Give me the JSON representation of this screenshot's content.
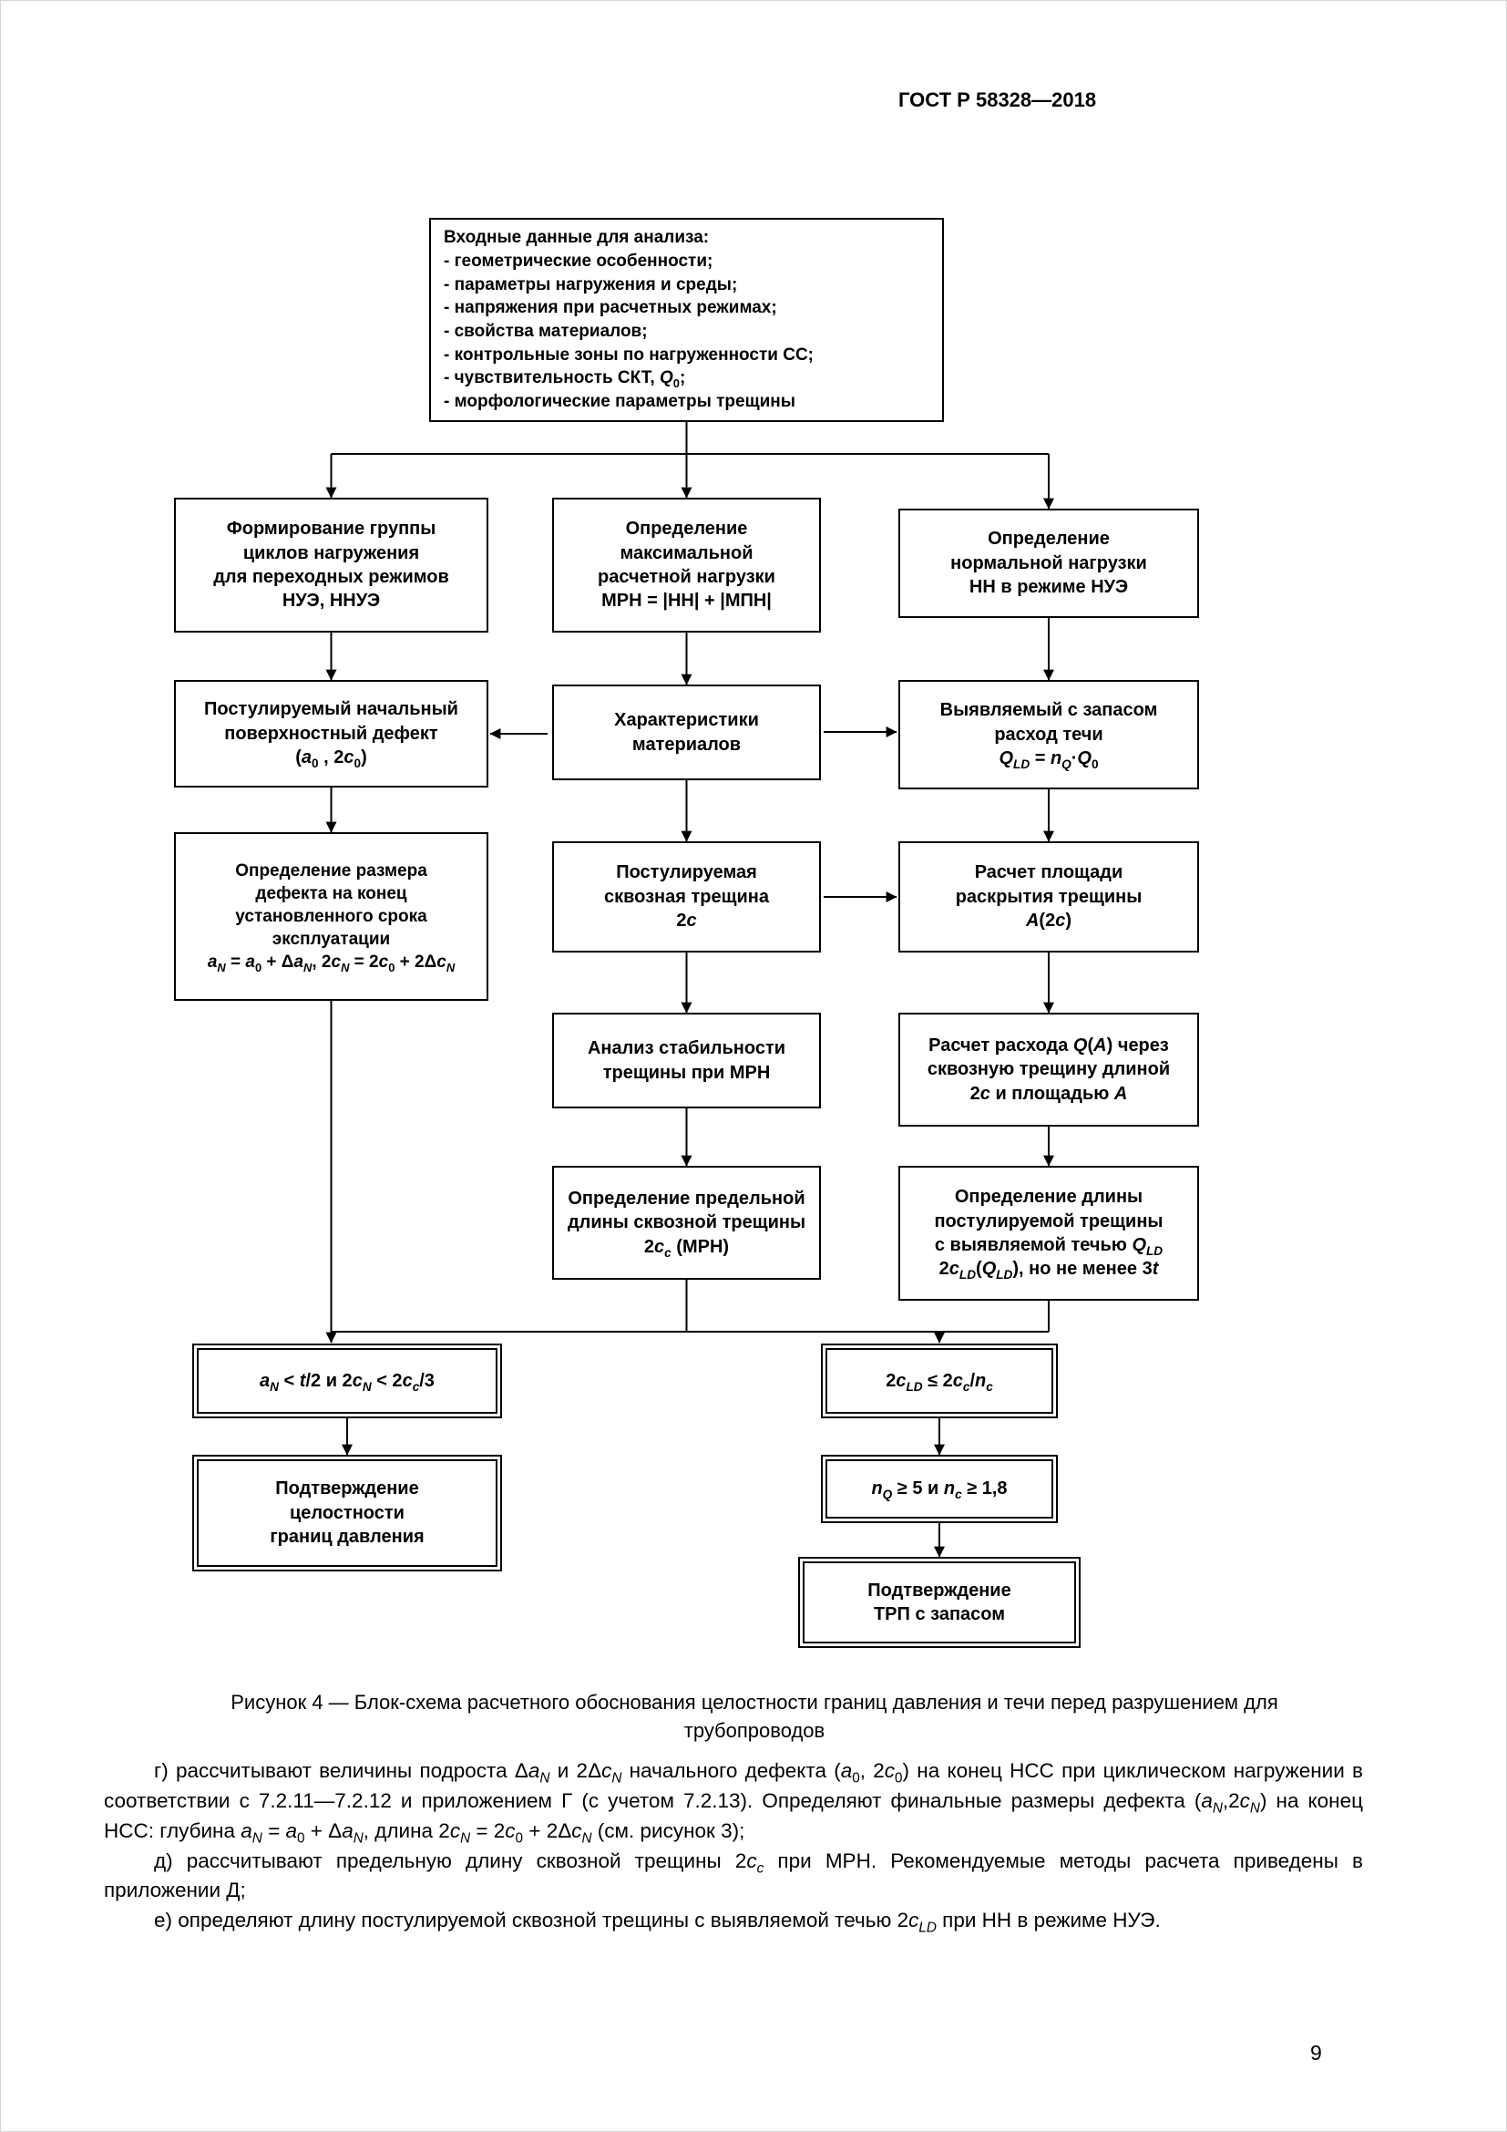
{
  "header": {
    "title": "ГОСТ Р 58328—2018"
  },
  "flowchart": {
    "input_data": "Входные данные для анализа:<br>- геометрические особенности;<br>- параметры нагружения и среды;<br>- напряжения при расчетных режимах;<br>- свойства материалов;<br>- контрольные зоны по нагруженности СС;<br>- чувствительность СКТ, <i>Q</i><sub>0</sub>;<br>- морфологические параметры трещины",
    "cycle_groups": "Формирование группы<br>циклов нагружения<br>для переходных режимов<br>НУЭ, ННУЭ",
    "max_design_load": "Определение<br>максимальной<br>расчетной нагрузки<br>МРН = |НН| + |МПН|",
    "normal_load": "Определение<br>нормальной нагрузки<br>НН в режиме НУЭ",
    "initial_defect": "Постулируемый начальный<br>поверхностный дефект<br>(<i>a</i><sub>0</sub> , 2<i>c</i><sub>0</sub>)",
    "material_properties": "Характеристики<br>материалов",
    "detectable_leak": "Выявляемый с запасом<br>расход течи<br><i>Q<sub>LD</sub></i> = <i>n<sub>Q</sub></i>·<i>Q</i><sub>0</sub>",
    "end_of_life_defect": "Определение размера<br>дефекта на конец<br>установленного срока<br>эксплуатации<br><i>a<sub>N</sub></i> = <i>a</i><sub>0</sub> + Δ<i>a<sub>N</sub></i>, 2<i>c<sub>N</sub></i> = 2<i>c</i><sub>0</sub> + 2Δ<i>c<sub>N</sub></i>",
    "through_crack": "Постулируемая<br>сквозная трещина<br>2<i>c</i>",
    "crack_opening_area": "Расчет площади<br>раскрытия трещины<br><i>A</i>(2<i>c</i>)",
    "crack_stability": "Анализ стабильности<br>трещины при МРН",
    "leak_flow_calc": "Расчет расхода <i>Q</i>(<i>A</i>) через<br>сквозную трещину длиной<br>2<i>c</i> и площадью <i>A</i>",
    "critical_crack_length": "Определение предельной<br>длины сквозной трещины<br>2<i>c<sub>c</sub></i> (МРН)",
    "postulated_crack_length": "Определение длины<br>постулируемой трещины<br>с выявляемой течью <i>Q<sub>LD</sub></i><br>2<i>c<sub>LD</sub></i>(<i>Q<sub>LD</sub></i>), но не менее 3<i>t</i>",
    "size_criterion": "<i>a<sub>N</sub></i> &lt; <i>t</i>/2 и 2<i>c<sub>N</sub></i> &lt; 2<i>c<sub>c</sub></i>/3",
    "integrity_confirmation": "Подтверждение<br>целостности<br>границ давления",
    "leak_criterion": "2<i>c<sub>LD</sub></i> ≤ 2<i>c<sub>c</sub></i>/<i>n<sub>c</sub></i>",
    "margin_criterion": "<i>n<sub>Q</sub></i> ≥ 5 и <i>n<sub>c</sub></i> ≥ 1,8",
    "lbb_confirmation": "Подтверждение<br>ТРП с запасом"
  },
  "figure": {
    "caption": "Рисунок 4 — Блок-схема расчетного обоснования целостности границ давления и течи перед разрушением для<br>трубопроводов"
  },
  "paragraphs": {
    "item_g": "г) рассчитывают величины подроста Δ<i>a<sub>N</sub></i> и 2Δ<i>c<sub>N</sub></i> начального дефекта (<i>a</i><sub>0</sub>, 2<i>c</i><sub>0</sub>) на конец НСС при циклическом нагружении в соответствии с 7.2.11—7.2.12 и приложением Г (с учетом 7.2.13). Определяют финальные размеры дефекта (<i>a<sub>N</sub></i>,2<i>c<sub>N</sub></i>) на конец НСС: глубина <i>a<sub>N</sub></i> = <i>a</i><sub>0</sub> + Δ<i>a<sub>N</sub></i>, длина 2<i>c<sub>N</sub></i> = 2<i>c</i><sub>0</sub> + 2Δ<i>c<sub>N</sub></i> (см. рисунок 3);",
    "item_d": "д) рассчитывают предельную длину сквозной трещины 2<i>c<sub>c</sub></i> при МРН. Рекомендуемые методы расчета приведены в приложении Д;",
    "item_e": "е) определяют длину постулируемой сквозной трещины с выявляемой течью 2<i>c<sub>LD</sub></i> при НН в режиме НУЭ."
  },
  "page_number": "9"
}
